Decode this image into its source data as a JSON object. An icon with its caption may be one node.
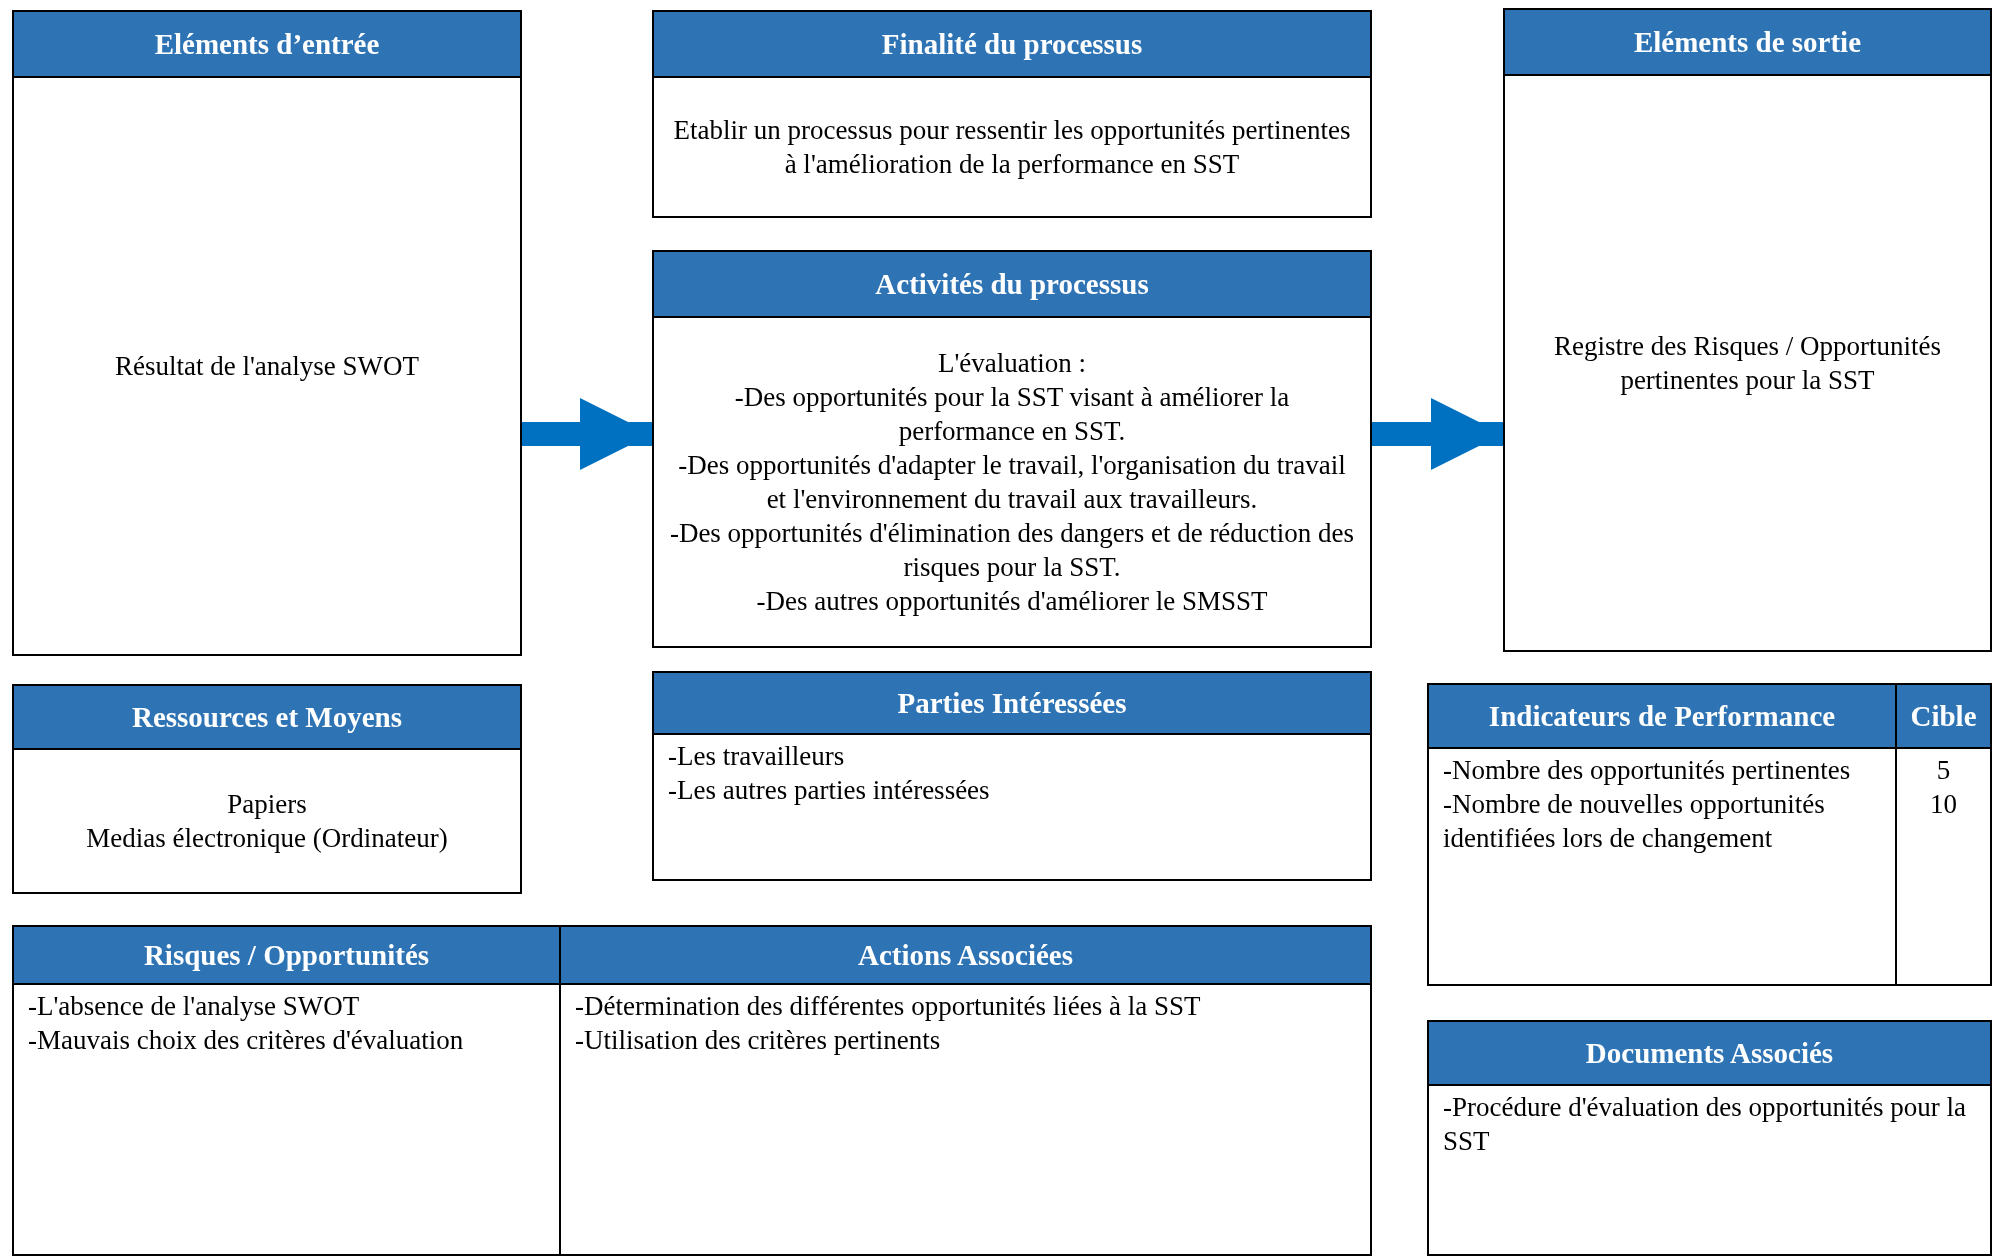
{
  "diagram": {
    "nodes": [
      {
        "text": [
          "Eléments d’entrée",
          "Résultat de l'analyse SWOT"
        ]
      },
      {
        "text": [
          "Finalité du processus",
          "Etablir un processus pour ressentir les opportunités pertinentes à l'amélioration de la performance en SST"
        ]
      },
      {
        "text": [
          "Activités du processus",
          "L'évaluation :",
          "-Des opportunités pour la SST visant à améliorer la performance en SST.",
          "-Des opportunités d'adapter le travail, l'organisation du travail et l'environnement du travail aux travailleurs.",
          "-Des opportunités d'élimination des dangers et de réduction des risques pour la SST.",
          "-Des autres opportunités d'améliorer le SMSST"
        ]
      },
      {
        "text": [
          "Eléments de sortie",
          "Registre des Risques / Opportunités pertinentes pour la SST"
        ]
      },
      {
        "text": [
          "Ressources et Moyens",
          "Papiers",
          "Medias électronique (Ordinateur)"
        ]
      },
      {
        "text": [
          "Parties Intéressées",
          "-Les travailleurs",
          "-Les autres parties intéressées"
        ]
      },
      {
        "text": [
          "Indicateurs de Performance",
          "-Nombre des opportunités pertinentes",
          "-Nombre de nouvelles opportunités identifiées lors de changement"
        ]
      },
      {
        "text": [
          "Cible",
          "5",
          "10"
        ]
      },
      {
        "text": [
          "Documents Associés",
          "-Procédure d'évaluation des opportunités pour la SST"
        ]
      },
      {
        "text": [
          "Risques / Opportunités",
          "-L'absence de l'analyse SWOT",
          "-Mauvais choix des critères d'évaluation"
        ]
      },
      {
        "text": [
          "Actions Associées",
          "-Détermination des différentes opportunités liées à la SST",
          "-Utilisation des critères pertinents"
        ]
      }
    ],
    "edges": [
      {
        "from": 0,
        "to": 2,
        "arrow": "to"
      },
      {
        "from": 2,
        "to": 3,
        "arrow": "to"
      }
    ]
  }
}
